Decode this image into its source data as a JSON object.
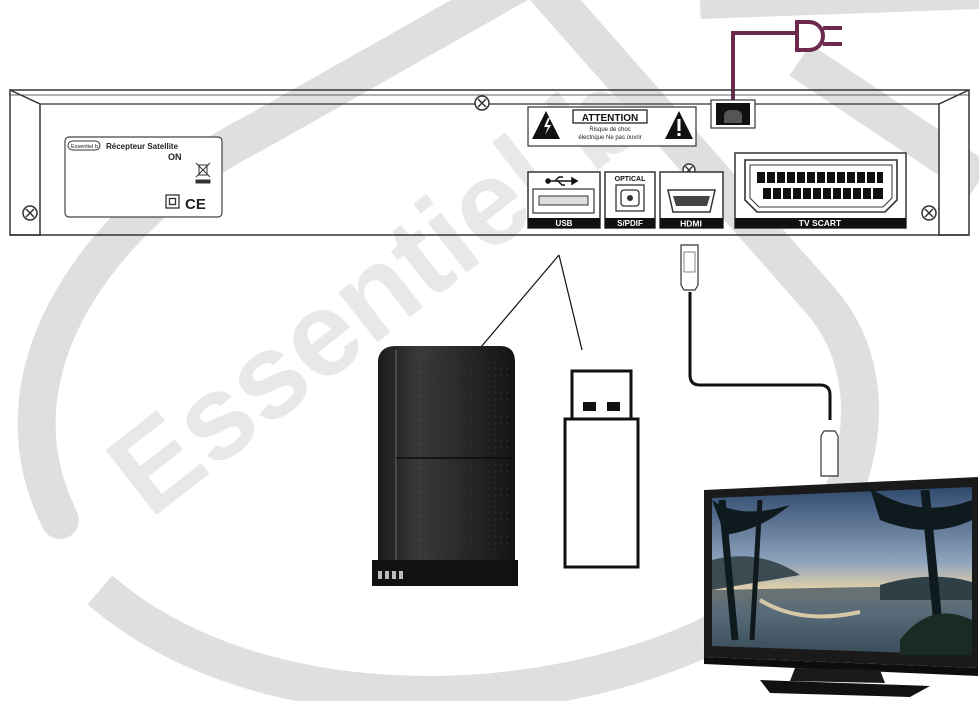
{
  "watermark": {
    "text": "Essentiel b"
  },
  "device_label": {
    "brand_badge": "Essentiel b",
    "title": "Récepteur Satellite",
    "status": "ON"
  },
  "warning_label": {
    "title": "ATTENTION",
    "line1": "Risque de choc",
    "line2": "électrique Ne pas ouvrir"
  },
  "ports": {
    "usb": "USB",
    "optical_top": "OPTICAL",
    "optical_bottom": "S/PDIF",
    "hdmi": "HDMI",
    "scart": "TV SCART"
  },
  "devices": [
    "external-hard-drive",
    "usb-flash-drive",
    "flat-screen-tv",
    "mains-power-plug"
  ]
}
